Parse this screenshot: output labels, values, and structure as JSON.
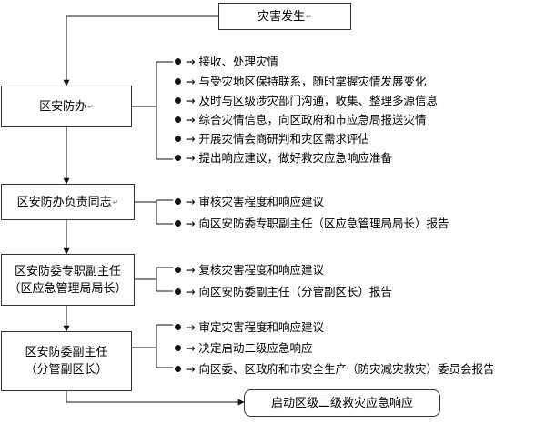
{
  "start": {
    "label": "灾害发生"
  },
  "end": {
    "label": "启动区级二级救灾应急响应"
  },
  "para_mark": "↵",
  "steps": [
    {
      "label": "区安防办",
      "items": [
        "→ 接收、处理灾情",
        "→ 与受灾地区保持联系，随时掌握灾情发展变化",
        "→ 及时与区级涉灾部门沟通，收集、整理多源信息",
        "→ 综合灾情信息，向区政府和市应急局报送灾情",
        "→ 开展灾情会商研判和灾区需求评估",
        "→ 提出响应建议，做好救灾应急响应准备"
      ]
    },
    {
      "label": "区安防办负责同志",
      "items": [
        "→ 审核灾害程度和响应建议",
        "→ 向区安防委专职副主任（区应急管理局局长）报告"
      ]
    },
    {
      "label": "区安防委专职副主任\n（区应急管理局局长）",
      "items": [
        "→ 复核灾害程度和响应建议",
        "→ 向区安防委副主任（分管副区长）报告"
      ]
    },
    {
      "label": "区安防委副主任\n（分管副区长）",
      "items": [
        "→ 审定灾害程度和响应建议",
        "→ 决定启动二级应急响应",
        "→ 向区委、区政府和市安全生产（防灾减灾救灾）委员会报告"
      ]
    }
  ]
}
